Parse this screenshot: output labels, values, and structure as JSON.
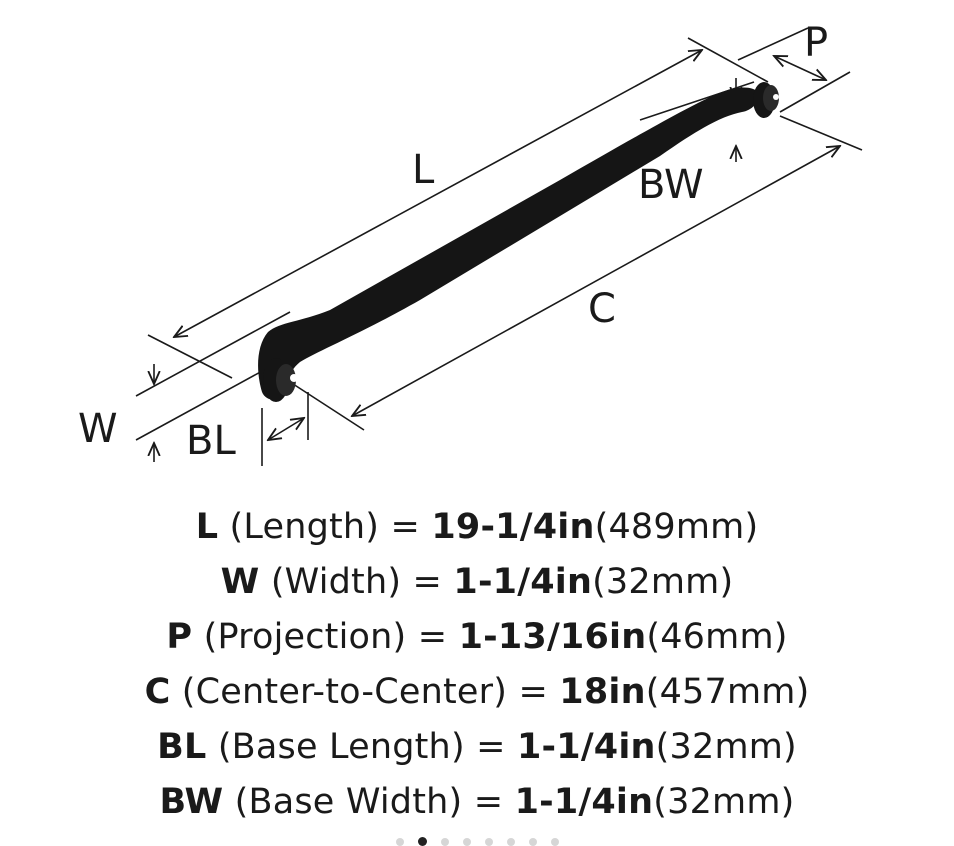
{
  "diagram": {
    "labels": {
      "L": "L",
      "W": "W",
      "P": "P",
      "C": "C",
      "BL": "BL",
      "BW": "BW"
    },
    "handle_color": "#151515",
    "line_color": "#1a1a1a"
  },
  "specs": [
    {
      "key": "L",
      "name": "(Length) = ",
      "imperial": "19-1/4in",
      "metric": "(489mm)"
    },
    {
      "key": "W",
      "name": "(Width) = ",
      "imperial": "1-1/4in",
      "metric": "(32mm)"
    },
    {
      "key": "P",
      "name": "(Projection) = ",
      "imperial": "1-13/16in",
      "metric": "(46mm)"
    },
    {
      "key": "C",
      "name": "(Center-to-Center) = ",
      "imperial": "18in",
      "metric": "(457mm)"
    },
    {
      "key": "BL",
      "name": "(Base Length) = ",
      "imperial": "1-1/4in",
      "metric": "(32mm)"
    },
    {
      "key": "BW",
      "name": "(Base Width) = ",
      "imperial": "1-1/4in",
      "metric": "(32mm)"
    }
  ],
  "carousel": {
    "count": 8,
    "active_index": 1
  }
}
